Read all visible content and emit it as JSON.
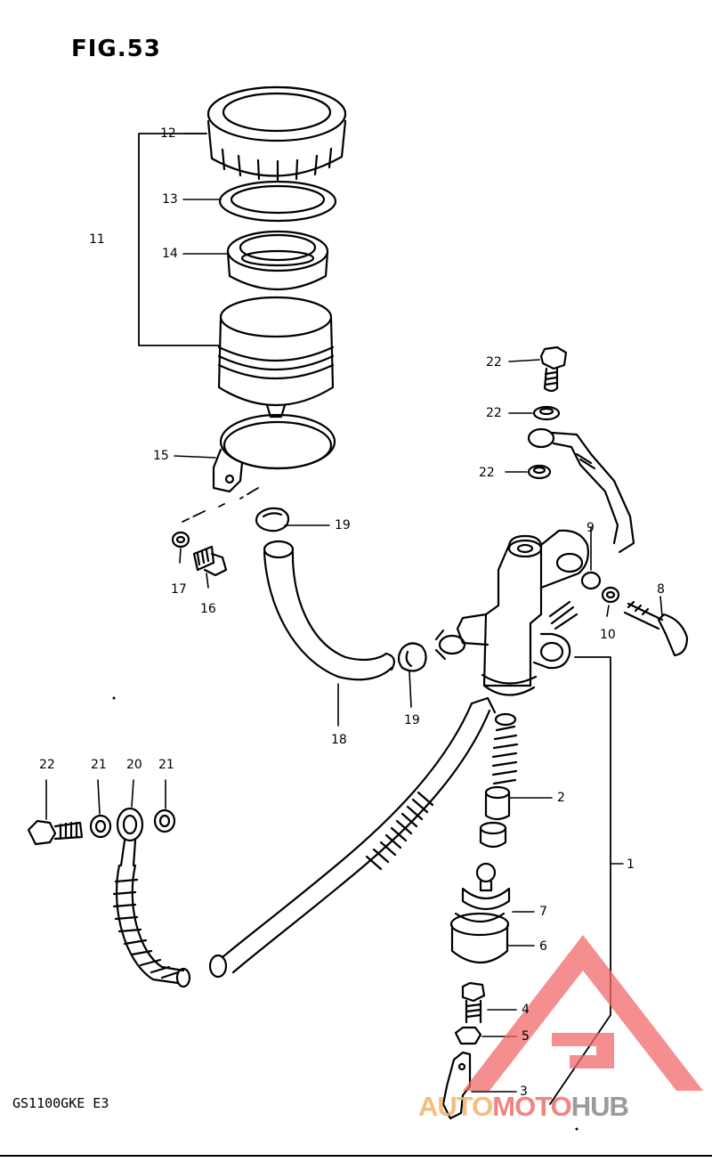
{
  "figure": {
    "title": "FIG.53",
    "model_code": "GS1100GKE  E3"
  },
  "callouts": [
    {
      "id": "c1",
      "label": "1"
    },
    {
      "id": "c2",
      "label": "2"
    },
    {
      "id": "c3",
      "label": "3"
    },
    {
      "id": "c4",
      "label": "4"
    },
    {
      "id": "c5",
      "label": "5"
    },
    {
      "id": "c6",
      "label": "6"
    },
    {
      "id": "c7",
      "label": "7"
    },
    {
      "id": "c8",
      "label": "8"
    },
    {
      "id": "c9",
      "label": "9"
    },
    {
      "id": "c10",
      "label": "10"
    },
    {
      "id": "c11",
      "label": "11"
    },
    {
      "id": "c12",
      "label": "12"
    },
    {
      "id": "c13",
      "label": "13"
    },
    {
      "id": "c14",
      "label": "14"
    },
    {
      "id": "c15",
      "label": "15"
    },
    {
      "id": "c16",
      "label": "16"
    },
    {
      "id": "c17",
      "label": "17"
    },
    {
      "id": "c18",
      "label": "18"
    },
    {
      "id": "c19a",
      "label": "19"
    },
    {
      "id": "c19b",
      "label": "19"
    },
    {
      "id": "c20",
      "label": "20"
    },
    {
      "id": "c21a",
      "label": "21"
    },
    {
      "id": "c21b",
      "label": "21"
    },
    {
      "id": "c22a",
      "label": "22"
    },
    {
      "id": "c22b",
      "label": "22"
    },
    {
      "id": "c22c",
      "label": "22"
    },
    {
      "id": "c22d",
      "label": "22"
    }
  ],
  "watermark": {
    "part1": "AUTO",
    "part2": "MOTO",
    "part3": "HUB",
    "colors": {
      "auto": "#f4b26a",
      "moto": "#f36d6d",
      "hub": "#8a8a8a",
      "triangle": "#f26a6a"
    }
  }
}
